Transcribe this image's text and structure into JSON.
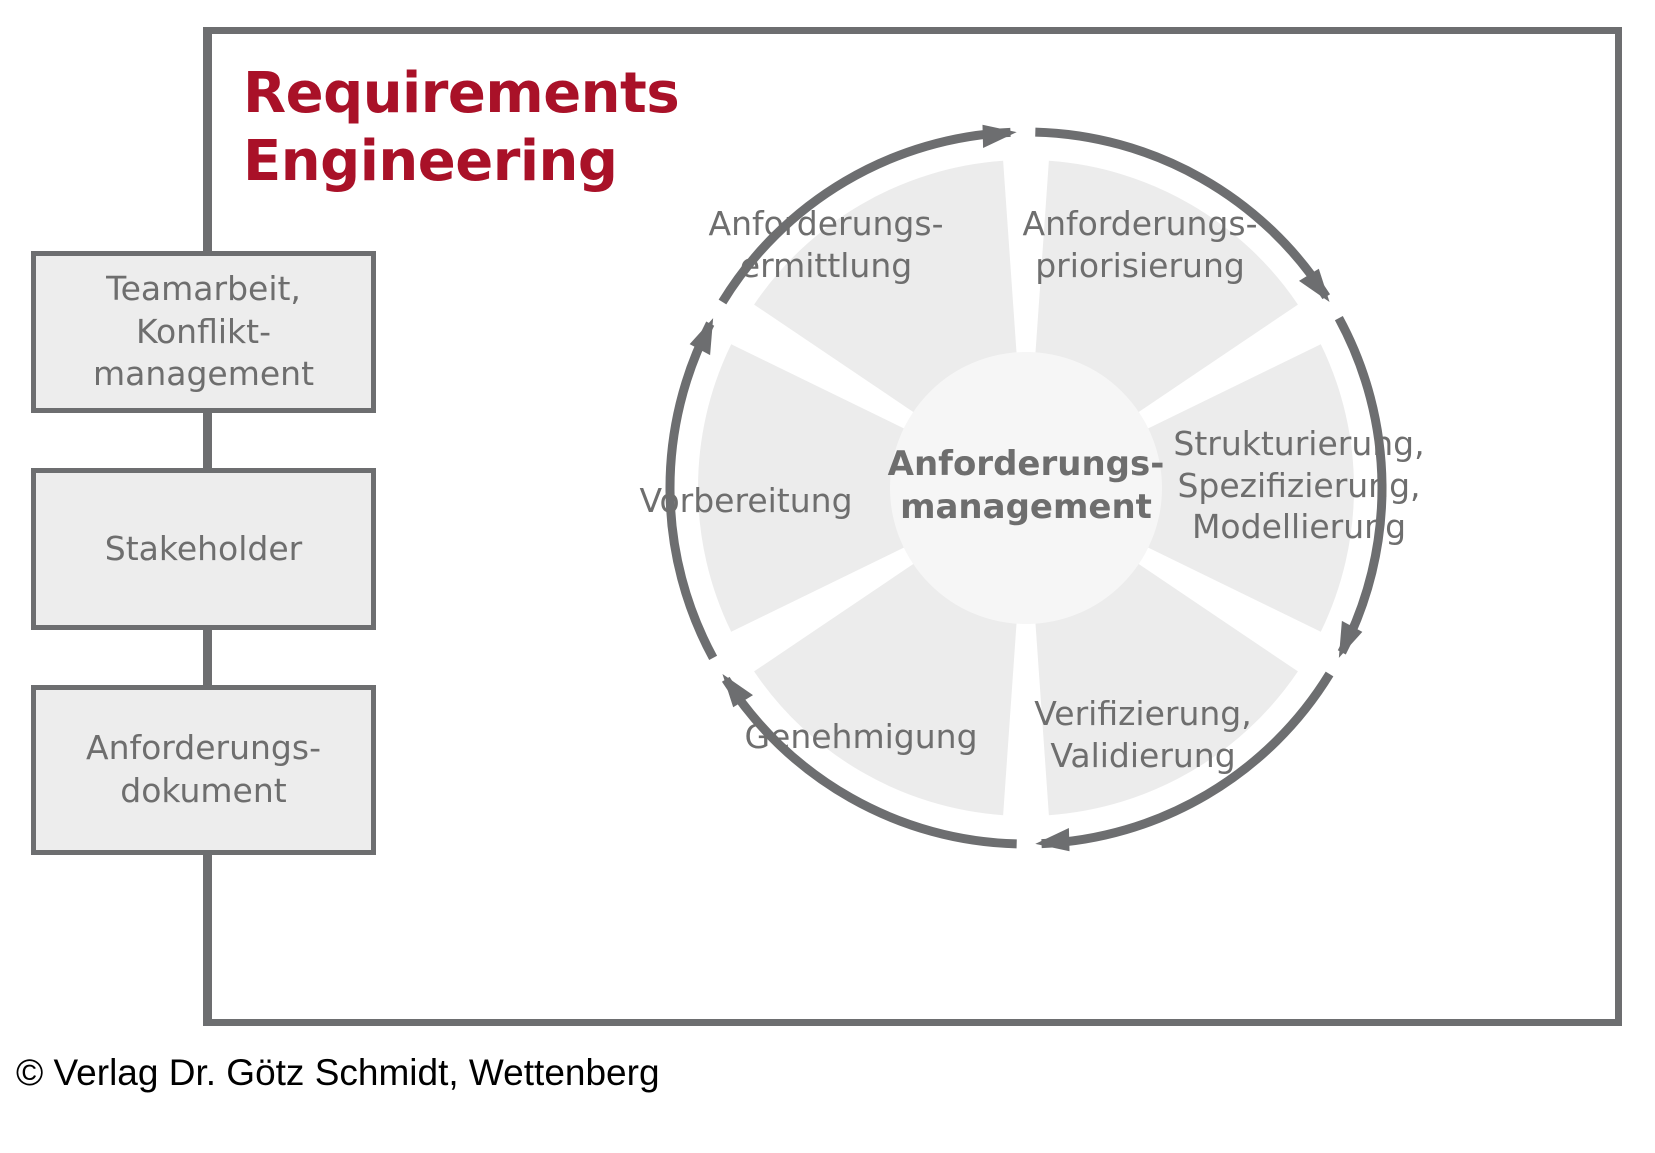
{
  "title": "Requirements\nEngineering",
  "title_color": "#a91128",
  "frame": {
    "border_color": "#6d6e70"
  },
  "left_boxes": [
    {
      "label": "Teamarbeit,\nKonflikt-\nmanagement"
    },
    {
      "label": "Stakeholder"
    },
    {
      "label": "Anforderungs-\ndokument"
    }
  ],
  "wheel": {
    "hub_label": "Anforderungs-\nmanagement",
    "hub_fill": "#f6f6f6",
    "segment_fill": "#ececec",
    "gap_fill": "#ffffff",
    "arrow_color": "#6d6e70",
    "text_color": "#6e6e6e",
    "segments": [
      {
        "label": "Anforderungs-\nermittlung",
        "order": 1
      },
      {
        "label": "Anforderungs-\npriorisierung",
        "order": 2
      },
      {
        "label": "Strukturierung,\nSpezifizierung,\nModellierung",
        "order": 3
      },
      {
        "label": "Verifizierung,\nValidierung",
        "order": 4
      },
      {
        "label": "Genehmigung",
        "order": 5
      },
      {
        "label": "Vorbereitung",
        "order": 6
      }
    ]
  },
  "copyright": "© Verlag Dr. Götz Schmidt, Wettenberg"
}
